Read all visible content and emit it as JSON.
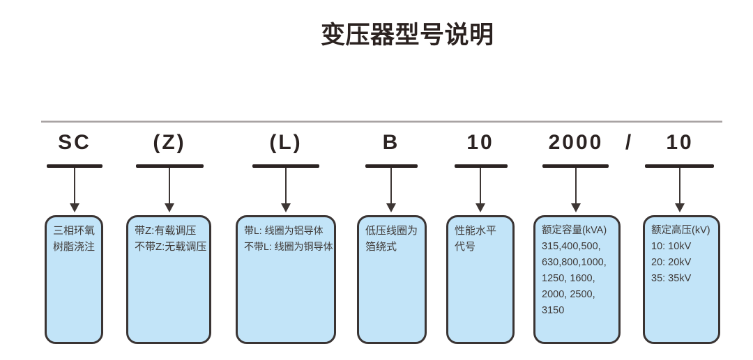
{
  "title": "变压器型号说明",
  "separator": "/",
  "colors": {
    "box_fill": "#c2e4f8",
    "box_border": "#3a3433",
    "ink": "#2b2322",
    "rule_gray": "#a8a3a3",
    "box_text": "#3f3a38"
  },
  "model_parts": [
    {
      "code": "SC",
      "lines": [
        "三相环氧",
        "树脂浇注"
      ]
    },
    {
      "code": "(Z)",
      "lines": [
        "带Z:有载调压",
        "不带Z:无载调压"
      ]
    },
    {
      "code": "(L)",
      "lines": [
        "带L: 线圈为铝导体",
        "不带L: 线圈为铜导体"
      ]
    },
    {
      "code": "B",
      "lines": [
        "低压线圈为",
        "箔绕式"
      ]
    },
    {
      "code": "10",
      "lines": [
        "性能水平",
        "代号"
      ]
    },
    {
      "code": "2000",
      "lines": [
        "额定容量(kVA)",
        "315,400,500,",
        "630,800,1000,",
        "1250, 1600,",
        "2000, 2500,",
        "3150"
      ]
    },
    {
      "code": "10",
      "lines": [
        "额定高压(kV)",
        "10: 10kV",
        "20: 20kV",
        "35: 35kV"
      ]
    }
  ]
}
